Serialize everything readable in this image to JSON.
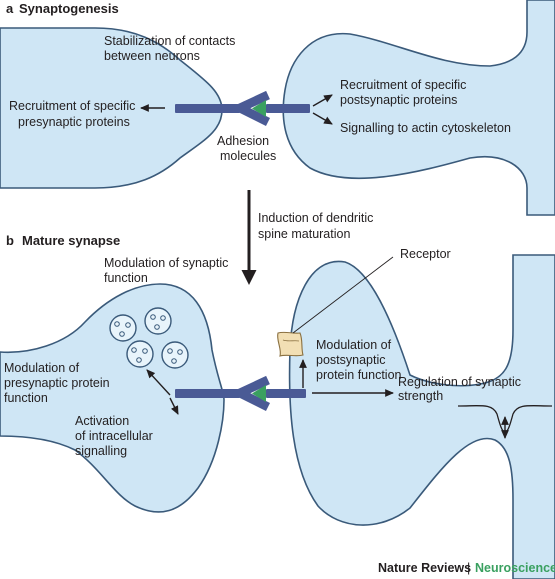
{
  "colors": {
    "membrane_fill": "#cfe6f5",
    "membrane_stroke": "#3a5a7a",
    "adhesion": "#4a5a95",
    "adhesion_tip": "#3aa060",
    "vesicle_fill": "#e8f4fb",
    "receptor": "#f2dfb4",
    "accent_green": "#3aa060"
  },
  "panel_a": {
    "letter": "a",
    "title": "Synaptogenesis",
    "stabilization": [
      "Stabilization of contacts",
      "between neurons"
    ],
    "presyn_recruit": [
      "Recruitment of specific",
      "presynaptic proteins"
    ],
    "adhesion": [
      "Adhesion",
      "molecules"
    ],
    "postsyn_recruit": [
      "Recruitment of specific",
      "postsynaptic proteins"
    ],
    "actin": "Signalling to actin cytoskeleton"
  },
  "transition": [
    "Induction of dendritic",
    "spine maturation"
  ],
  "panel_b": {
    "letter": "b",
    "title": "Mature synapse",
    "modulation_synaptic": [
      "Modulation of synaptic",
      "function"
    ],
    "receptor": "Receptor",
    "modulation_pre": [
      "Modulation of",
      "presynaptic protein",
      "function"
    ],
    "activation": [
      "Activation",
      "of intracellular",
      "signalling"
    ],
    "modulation_post": [
      "Modulation of",
      "postsynaptic",
      "protein function"
    ],
    "regulation": [
      "Regulation of synaptic",
      "strength"
    ]
  },
  "footer": {
    "journal": "Nature Reviews",
    "separator": "|",
    "section": "Neuroscience"
  }
}
